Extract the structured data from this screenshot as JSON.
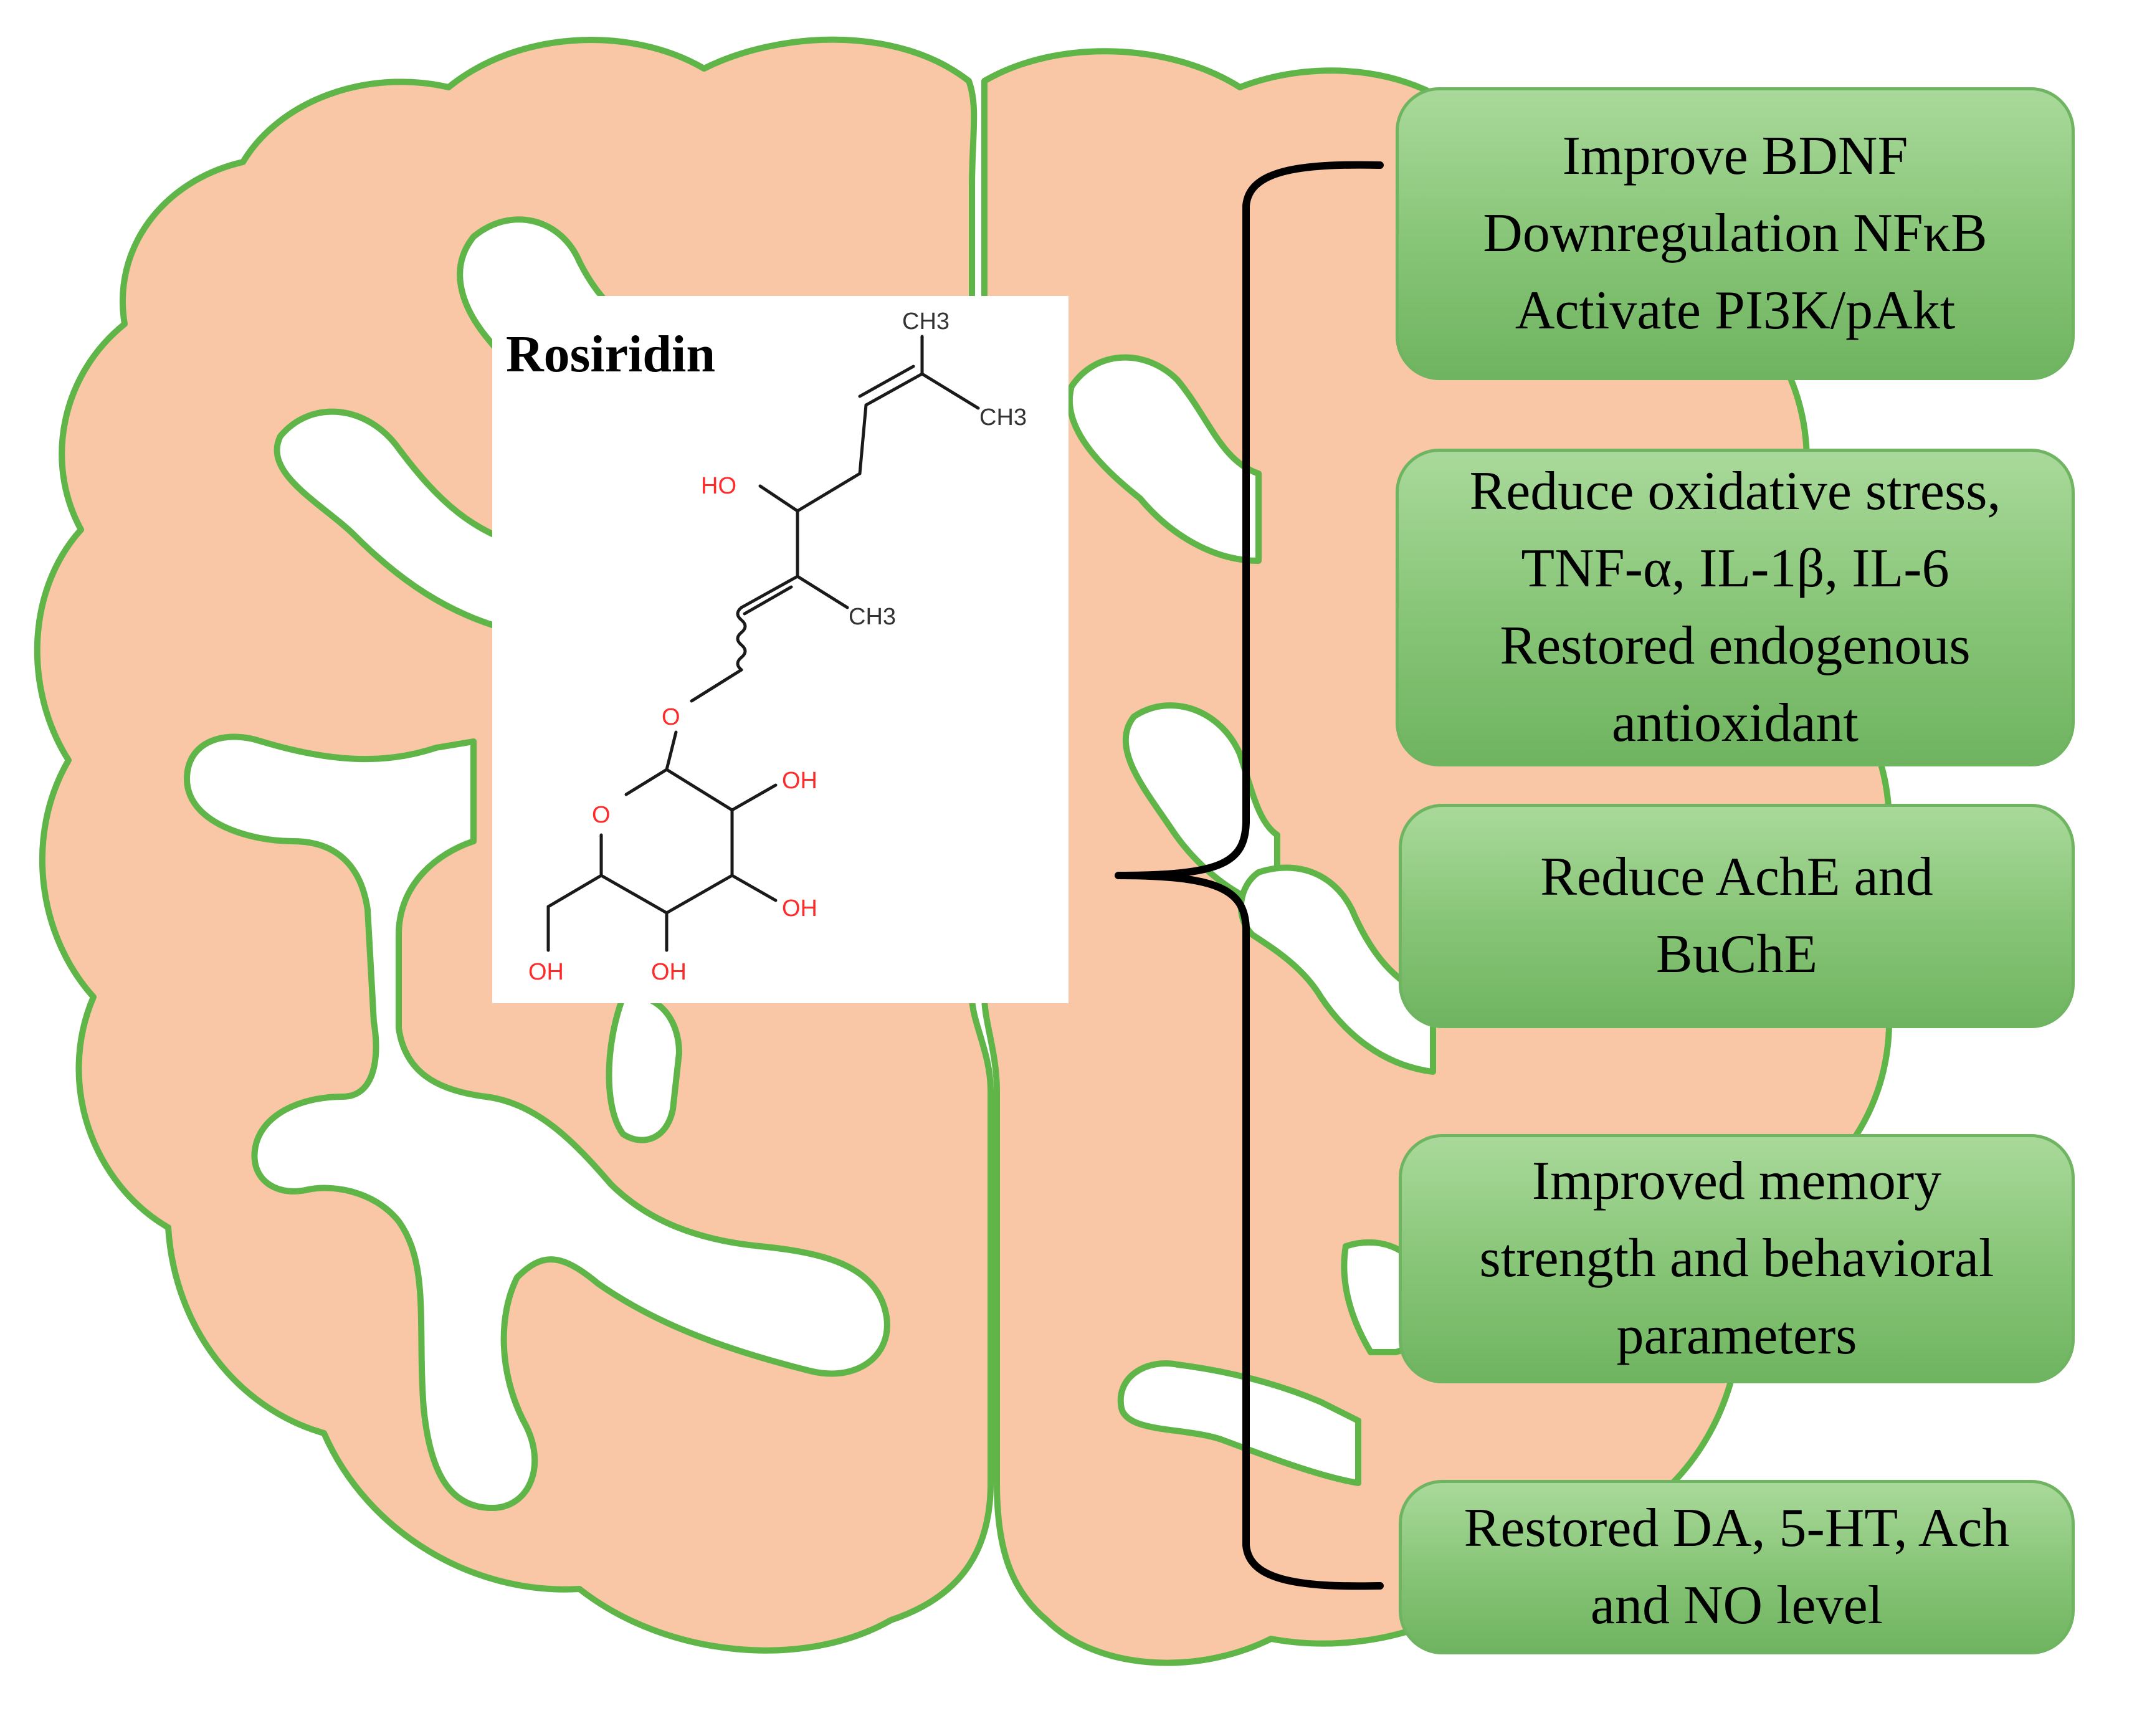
{
  "molecule": {
    "name": "Rosiridin",
    "atoms": {
      "ch3_top": "CH3",
      "ch3_right": "CH3",
      "ch3_mid": "CH3",
      "ho": "HO",
      "o_link": "O",
      "o_ring": "O",
      "oh_1": "OH",
      "oh_2": "OH",
      "oh_3": "OH",
      "oh_4": "OH"
    }
  },
  "effects": [
    {
      "lines": [
        "Improve BDNF",
        "Downregulation  NFκB",
        "Activate PI3K/pAkt"
      ]
    },
    {
      "lines": [
        "Reduce oxidative stress,",
        "TNF-α, IL-1β, IL-6",
        "Restored endogenous",
        "antioxidant"
      ]
    },
    {
      "lines": [
        "Reduce AchE and",
        "BuChE"
      ]
    },
    {
      "lines": [
        "Improved memory",
        "strength and behavioral",
        "parameters"
      ]
    },
    {
      "lines": [
        "Restored DA, 5-HT, Ach",
        "and NO level"
      ]
    }
  ],
  "colors": {
    "brain_fill": "#f9c7a6",
    "brain_outline": "#5fb548",
    "box_border": "#6fb460",
    "bond": "#1a1a1a",
    "oxygen": "#ff2a2a",
    "bracket": "#000000"
  }
}
